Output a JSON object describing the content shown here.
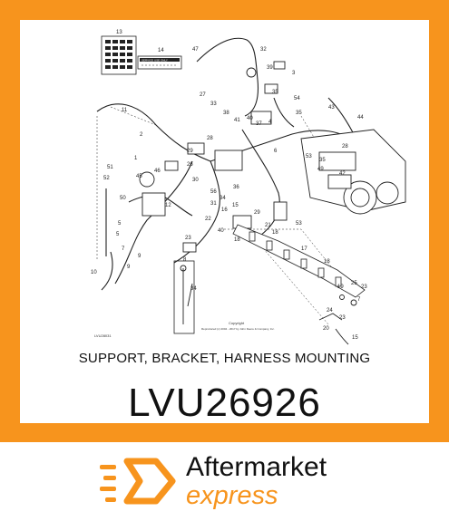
{
  "diagram": {
    "callouts": [
      "13",
      "14",
      "47",
      "32",
      "39",
      "3",
      "11",
      "27",
      "33",
      "38",
      "35",
      "54",
      "43",
      "41",
      "40",
      "37",
      "4",
      "35",
      "44",
      "2",
      "28",
      "29",
      "1",
      "26",
      "46",
      "45",
      "6",
      "53",
      "28",
      "35",
      "49",
      "42",
      "51",
      "52",
      "50",
      "12",
      "30",
      "56",
      "36",
      "34",
      "15",
      "31",
      "16",
      "22",
      "29",
      "21",
      "18",
      "53",
      "5",
      "40",
      "23",
      "18",
      "17",
      "5",
      "7",
      "18",
      "9",
      "8",
      "9",
      "34",
      "10",
      "19",
      "25",
      "23",
      "7",
      "24",
      "23",
      "20",
      "15"
    ],
    "decal_label": "SERVICE USE ONLY",
    "figure_id": "LVU28031",
    "copyright_line1": "Copyright",
    "copyright_line2": "Reproduced (c) 2004 - 2017 by John Deere & Company, Inc."
  },
  "product": {
    "title": "SUPPORT, BRACKET, HARNESS MOUNTING",
    "part_number": "LVU26926"
  },
  "brand": {
    "name_top": "Aftermarket",
    "name_bottom": "express"
  },
  "colors": {
    "accent": "#f7941d",
    "text": "#111111"
  }
}
